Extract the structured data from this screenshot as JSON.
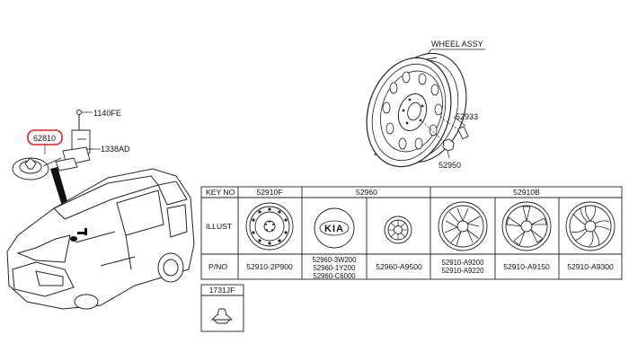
{
  "callouts": {
    "wheel_assy": "WHEEL ASSY",
    "part_52933": "52933",
    "part_52950": "52950",
    "part_1140FE": "1140FE",
    "part_62810": "62810",
    "part_1338AD": "1338AD"
  },
  "table": {
    "row_labels": [
      "KEY NO",
      "ILLUST",
      "P/NO"
    ],
    "key_headers": [
      "52910F",
      "52960",
      "52910B"
    ],
    "columns": [
      {
        "pno": [
          "52910-2P900"
        ],
        "icon": "steel-spare-wheel-icon"
      },
      {
        "pno": [
          "52960-3W200",
          "52960-1Y200",
          "52960-C6000"
        ],
        "icon": "kia-hub-cap-icon"
      },
      {
        "pno": [
          "52960-A9500"
        ],
        "icon": "center-cap-icon"
      },
      {
        "pno": [
          "52910-A9200",
          "52910-A9220"
        ],
        "icon": "alloy-wheel-icon"
      },
      {
        "pno": [
          "52910-A9150"
        ],
        "icon": "alloy-wheel-icon"
      },
      {
        "pno": [
          "52910-A9300"
        ],
        "icon": "alloy-wheel-icon"
      }
    ],
    "hubcap_logo": "KIA",
    "extra_key": "1731JF"
  },
  "colors": {
    "highlight": "#e0202a",
    "line": "#222222"
  }
}
